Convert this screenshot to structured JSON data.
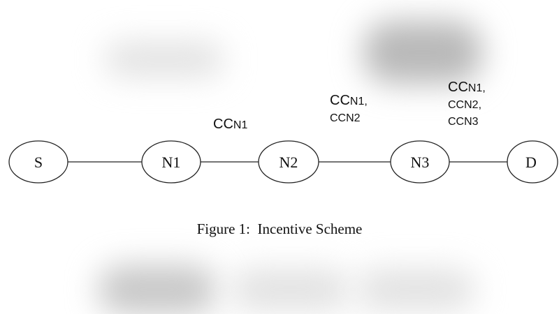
{
  "nodes": [
    {
      "id": "S",
      "label": "S"
    },
    {
      "id": "N1",
      "label": "N1"
    },
    {
      "id": "N2",
      "label": "N2"
    },
    {
      "id": "N3",
      "label": "N3"
    },
    {
      "id": "D",
      "label": "D"
    }
  ],
  "edges": [
    {
      "from": "S",
      "to": "N1"
    },
    {
      "from": "N1",
      "to": "N2"
    },
    {
      "from": "N2",
      "to": "N3"
    },
    {
      "from": "N3",
      "to": "D"
    }
  ],
  "annotations": {
    "n1_n2": {
      "line1_big": "CC",
      "line1_small": "N1"
    },
    "n2_n3": {
      "line1_big": "CC",
      "line1_small": "N1,",
      "line2": "CCN2"
    },
    "n3_d": {
      "line1_big": "CC",
      "line1_small": "N1,",
      "line2": "CCN2,",
      "line3": "CCN3"
    }
  },
  "caption": "Figure 1:  Incentive Scheme"
}
